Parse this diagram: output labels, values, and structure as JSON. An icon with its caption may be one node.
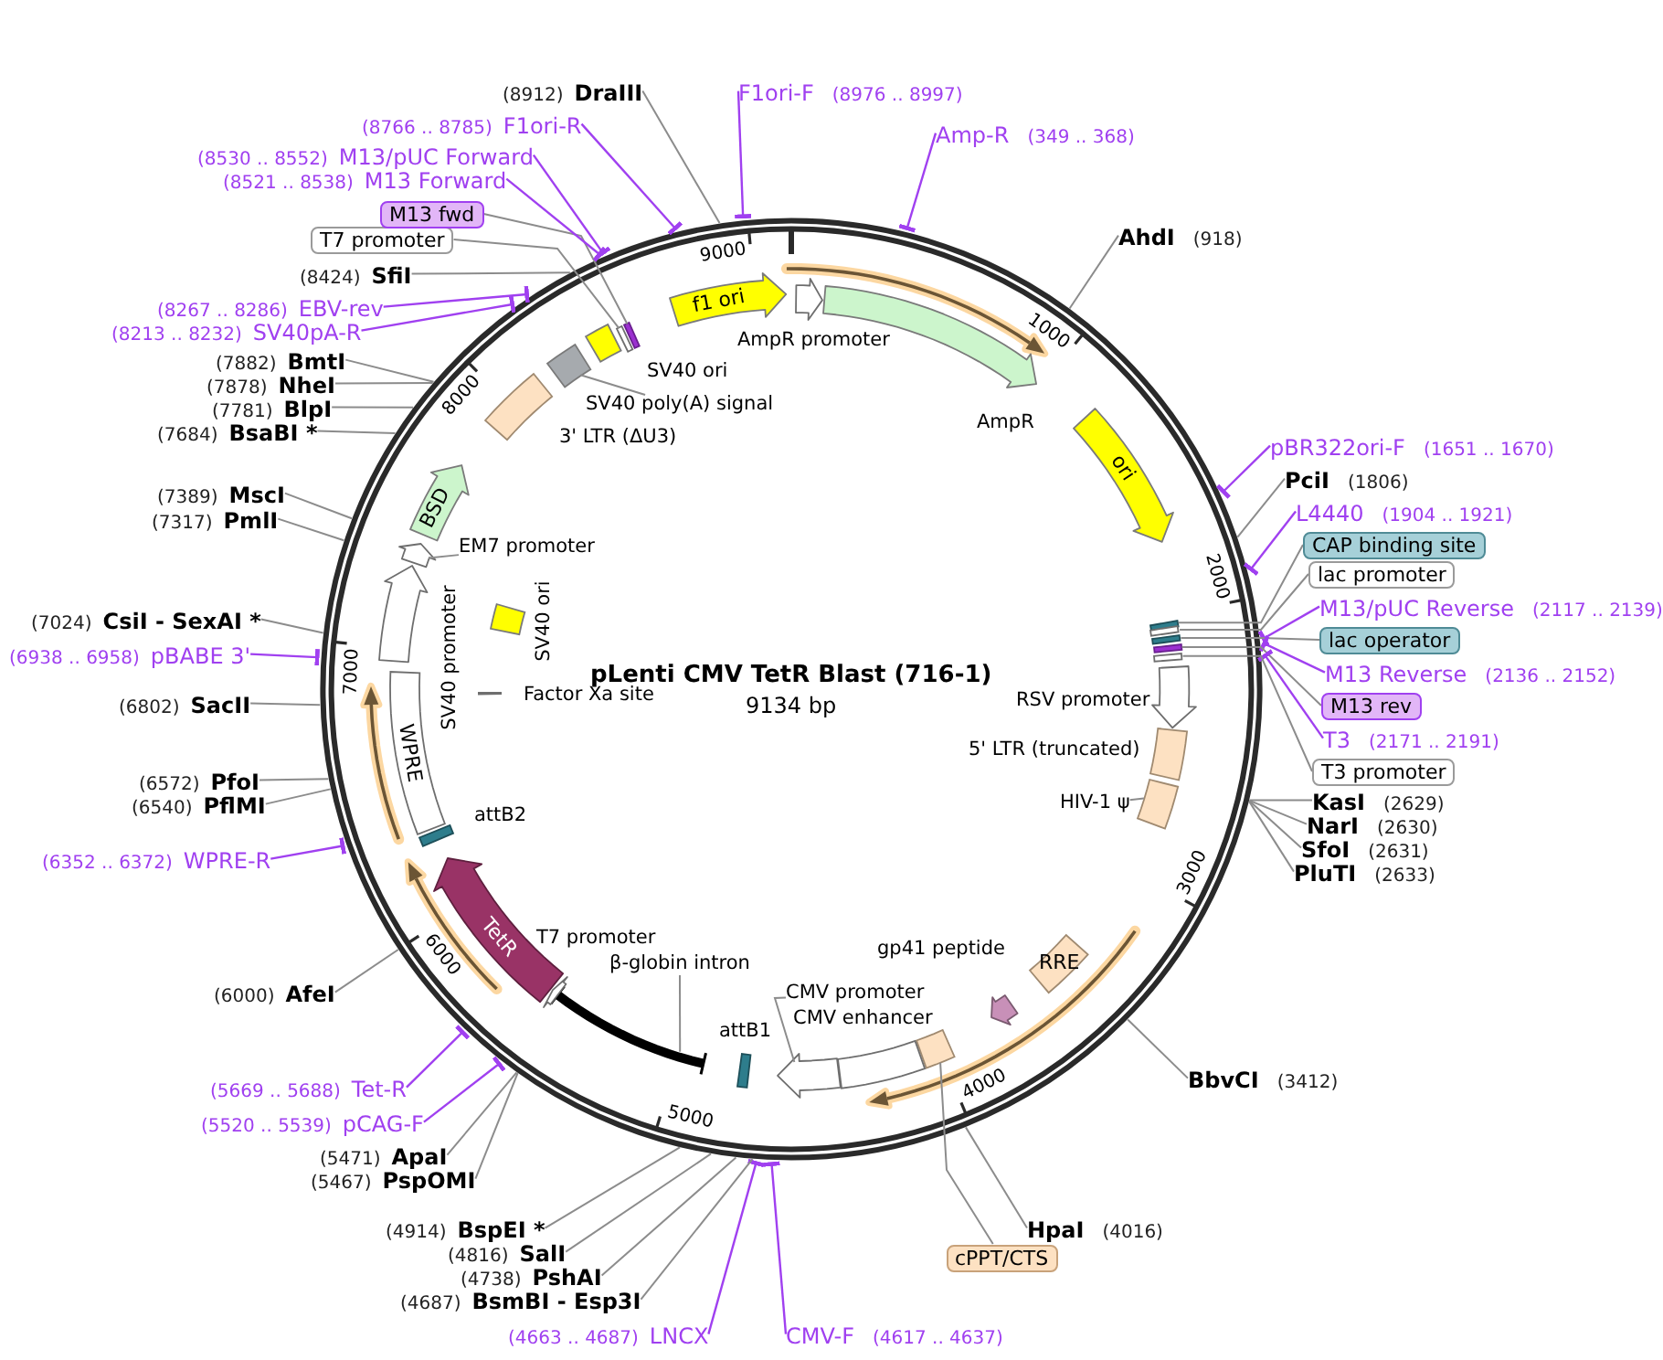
{
  "diagram": {
    "nodes": [
      {
        "text": [
          "pLenti CMV TetR Blast (716-1)",
          "9134 bp"
        ]
      },
      {
        "text": [
          "f1 ori"
        ],
        "in": 0
      },
      {
        "text": [
          "AmpR promoter"
        ],
        "in": 0
      },
      {
        "text": [
          "AmpR"
        ],
        "in": 0
      },
      {
        "text": [
          "ori"
        ],
        "in": 0
      },
      {
        "text": [],
        "shape": "box",
        "in": 0
      },
      {
        "text": [],
        "shape": "box",
        "in": 0
      },
      {
        "text": [],
        "shape": "box",
        "in": 0
      },
      {
        "text": [],
        "shape": "box",
        "in": 0
      },
      {
        "text": [],
        "shape": "box",
        "in": 0
      },
      {
        "text": [
          "RSV promoter"
        ],
        "in": 0
      },
      {
        "text": [
          "5' LTR (truncated)"
        ],
        "in": 0
      },
      {
        "text": [],
        "shape": "box",
        "in": 0
      },
      {
        "text": [
          "HIV-1 ψ"
        ],
        "in": 0
      },
      {
        "text": [
          "RRE"
        ],
        "in": 0
      },
      {
        "text": [
          "gp41 peptide"
        ],
        "in": 0
      },
      {
        "text": [],
        "shape": "box",
        "in": 0
      },
      {
        "text": [
          "CMV enhancer"
        ],
        "in": 0
      },
      {
        "text": [],
        "shape": "arrow",
        "in": 0
      },
      {
        "text": [
          "CMV promoter"
        ],
        "in": 0
      },
      {
        "text": [
          "attB1"
        ],
        "in": 0
      },
      {
        "text": [],
        "shape": "bar",
        "in": 0
      },
      {
        "text": [
          "β-globin intron"
        ],
        "in": 0
      },
      {
        "text": [
          "T7 promoter"
        ],
        "in": 0
      },
      {
        "text": [
          "TetR"
        ],
        "in": 0
      },
      {
        "text": [
          "attB2"
        ],
        "in": 0
      },
      {
        "text": [
          "WPRE"
        ],
        "in": 0
      },
      {
        "text": [
          "Factor Xa site"
        ],
        "in": 0
      },
      {
        "text": [
          "SV40 promoter"
        ],
        "in": 0
      },
      {
        "text": [
          "SV40 ori"
        ],
        "in": 0
      },
      {
        "text": [],
        "shape": "arrow",
        "in": 0
      },
      {
        "text": [
          "EM7 promoter"
        ],
        "in": 0
      },
      {
        "text": [
          "BSD"
        ],
        "in": 0
      },
      {
        "text": [
          "3' LTR (ΔU3)"
        ],
        "in": 0
      },
      {
        "text": [],
        "shape": "box",
        "in": 0
      },
      {
        "text": [
          "SV40 poly(A) signal"
        ],
        "in": 0
      },
      {
        "text": [
          "SV40 ori"
        ],
        "in": 0
      },
      {
        "text": [],
        "shape": "box",
        "in": 0
      },
      {
        "text": [],
        "shape": "box",
        "in": 0
      },
      {
        "text": [
          "Amp-R",
          "(349 .. 368)"
        ]
      },
      {
        "text": [
          "AhdI",
          "(918)"
        ]
      },
      {
        "text": [
          "pBR322ori-F",
          "(1651 .. 1670)"
        ]
      },
      {
        "text": [
          "PciI",
          "(1806)"
        ]
      },
      {
        "text": [
          "L4440",
          "(1904 .. 1921)"
        ]
      },
      {
        "text": [
          "CAP binding site"
        ]
      },
      {
        "text": [
          "lac promoter"
        ]
      },
      {
        "text": [
          "M13/pUC Reverse",
          "(2117 .. 2139)"
        ]
      },
      {
        "text": [
          "lac operator"
        ]
      },
      {
        "text": [
          "M13 Reverse",
          "(2136 .. 2152)"
        ]
      },
      {
        "text": [
          "M13 rev"
        ]
      },
      {
        "text": [
          "T3",
          "(2171 .. 2191)"
        ]
      },
      {
        "text": [
          "T3 promoter"
        ]
      },
      {
        "text": [
          "KasI",
          "(2629)"
        ]
      },
      {
        "text": [
          "NarI",
          "(2630)"
        ]
      },
      {
        "text": [
          "SfoI",
          "(2631)"
        ]
      },
      {
        "text": [
          "PluTI",
          "(2633)"
        ]
      },
      {
        "text": [
          "BbvCI",
          "(3412)"
        ]
      },
      {
        "text": [
          "HpaI",
          "(4016)"
        ]
      },
      {
        "text": [
          "cPPT/CTS"
        ]
      },
      {
        "text": [
          "CMV-F",
          "(4617 .. 4637)"
        ]
      },
      {
        "text": [
          "(4663 .. 4687)",
          "LNCX"
        ]
      },
      {
        "text": [
          "(4687)",
          "BsmBI - Esp3I"
        ]
      },
      {
        "text": [
          "(4738)",
          "PshAI"
        ]
      },
      {
        "text": [
          "(4816)",
          "SalI"
        ]
      },
      {
        "text": [
          "(4914)",
          "BspEI *"
        ]
      },
      {
        "text": [
          "(5467)",
          "PspOMI"
        ]
      },
      {
        "text": [
          "(5471)",
          "ApaI"
        ]
      },
      {
        "text": [
          "(5520 .. 5539)",
          "pCAG-F"
        ]
      },
      {
        "text": [
          "(5669 .. 5688)",
          "Tet-R"
        ]
      },
      {
        "text": [
          "(6000)",
          "AfeI"
        ]
      },
      {
        "text": [
          "(6352 .. 6372)",
          "WPRE-R"
        ]
      },
      {
        "text": [
          "(6540)",
          "PflMI"
        ]
      },
      {
        "text": [
          "(6572)",
          "PfoI"
        ]
      },
      {
        "text": [
          "(6802)",
          "SacII"
        ]
      },
      {
        "text": [
          "(6938 .. 6958)",
          "pBABE 3'"
        ]
      },
      {
        "text": [
          "(7024)",
          "CsiI - SexAI *"
        ]
      },
      {
        "text": [
          "(7317)",
          "PmlI"
        ]
      },
      {
        "text": [
          "(7389)",
          "MscI"
        ]
      },
      {
        "text": [
          "(7684)",
          "BsaBI *"
        ]
      },
      {
        "text": [
          "(7781)",
          "BlpI"
        ]
      },
      {
        "text": [
          "(7878)",
          "NheI"
        ]
      },
      {
        "text": [
          "(7882)",
          "BmtI"
        ]
      },
      {
        "text": [
          "(8213 .. 8232)",
          "SV40pA-R"
        ]
      },
      {
        "text": [
          "(8267 .. 8286)",
          "EBV-rev"
        ]
      },
      {
        "text": [
          "(8424)",
          "SfiI"
        ]
      },
      {
        "text": [
          "T7 promoter"
        ]
      },
      {
        "text": [
          "M13 fwd"
        ]
      },
      {
        "text": [
          "(8521 .. 8538)",
          "M13 Forward"
        ]
      },
      {
        "text": [
          "(8530 .. 8552)",
          "M13/pUC Forward"
        ]
      },
      {
        "text": [
          "(8766 .. 8785)",
          "F1ori-R"
        ]
      },
      {
        "text": [
          "(8912)",
          "DraIII"
        ]
      },
      {
        "text": [
          "F1ori-F",
          "(8976 .. 8997)"
        ]
      }
    ],
    "edges": [
      {
        "from": 13,
        "to": 12,
        "arrow": "none"
      },
      {
        "from": 19,
        "to": 18,
        "arrow": "none"
      },
      {
        "from": 22,
        "to": 21,
        "arrow": "none"
      },
      {
        "from": 31,
        "to": 30,
        "arrow": "none"
      },
      {
        "from": 35,
        "to": 34,
        "arrow": "none"
      },
      {
        "from": 39,
        "to": 0,
        "arrow": "other",
        "color": "#a040f0"
      },
      {
        "from": 40,
        "to": 0,
        "arrow": "none"
      },
      {
        "from": 41,
        "to": 0,
        "arrow": "other",
        "color": "#a040f0"
      },
      {
        "from": 42,
        "to": 0,
        "arrow": "none"
      },
      {
        "from": 43,
        "to": 0,
        "arrow": "other",
        "color": "#a040f0"
      },
      {
        "from": 44,
        "to": 5,
        "arrow": "none"
      },
      {
        "from": 45,
        "to": 6,
        "arrow": "none"
      },
      {
        "from": 46,
        "to": 0,
        "arrow": "other",
        "color": "#a040f0"
      },
      {
        "from": 47,
        "to": 7,
        "arrow": "none"
      },
      {
        "from": 48,
        "to": 0,
        "arrow": "other",
        "color": "#a040f0"
      },
      {
        "from": 49,
        "to": 8,
        "arrow": "none"
      },
      {
        "from": 50,
        "to": 0,
        "arrow": "other",
        "color": "#a040f0"
      },
      {
        "from": 51,
        "to": 9,
        "arrow": "none"
      },
      {
        "from": 52,
        "to": 0,
        "arrow": "none"
      },
      {
        "from": 53,
        "to": 0,
        "arrow": "none"
      },
      {
        "from": 54,
        "to": 0,
        "arrow": "none"
      },
      {
        "from": 55,
        "to": 0,
        "arrow": "none"
      },
      {
        "from": 56,
        "to": 0,
        "arrow": "none"
      },
      {
        "from": 57,
        "to": 0,
        "arrow": "none"
      },
      {
        "from": 58,
        "to": 16,
        "arrow": "none"
      },
      {
        "from": 59,
        "to": 0,
        "arrow": "other",
        "color": "#a040f0"
      },
      {
        "from": 60,
        "to": 0,
        "arrow": "other",
        "color": "#a040f0"
      },
      {
        "from": 61,
        "to": 0,
        "arrow": "none"
      },
      {
        "from": 62,
        "to": 0,
        "arrow": "none"
      },
      {
        "from": 63,
        "to": 0,
        "arrow": "none"
      },
      {
        "from": 64,
        "to": 0,
        "arrow": "none"
      },
      {
        "from": 65,
        "to": 0,
        "arrow": "none"
      },
      {
        "from": 66,
        "to": 0,
        "arrow": "none"
      },
      {
        "from": 67,
        "to": 0,
        "arrow": "other",
        "color": "#a040f0"
      },
      {
        "from": 68,
        "to": 0,
        "arrow": "other",
        "color": "#a040f0"
      },
      {
        "from": 69,
        "to": 0,
        "arrow": "none"
      },
      {
        "from": 70,
        "to": 0,
        "arrow": "other",
        "color": "#a040f0"
      },
      {
        "from": 71,
        "to": 0,
        "arrow": "none"
      },
      {
        "from": 72,
        "to": 0,
        "arrow": "none"
      },
      {
        "from": 73,
        "to": 0,
        "arrow": "none"
      },
      {
        "from": 74,
        "to": 0,
        "arrow": "other",
        "color": "#a040f0"
      },
      {
        "from": 75,
        "to": 0,
        "arrow": "none"
      },
      {
        "from": 76,
        "to": 0,
        "arrow": "none"
      },
      {
        "from": 77,
        "to": 0,
        "arrow": "none"
      },
      {
        "from": 78,
        "to": 0,
        "arrow": "none"
      },
      {
        "from": 79,
        "to": 0,
        "arrow": "none"
      },
      {
        "from": 80,
        "to": 0,
        "arrow": "none"
      },
      {
        "from": 81,
        "to": 0,
        "arrow": "none"
      },
      {
        "from": 82,
        "to": 0,
        "arrow": "other",
        "color": "#a040f0"
      },
      {
        "from": 83,
        "to": 0,
        "arrow": "other",
        "color": "#a040f0"
      },
      {
        "from": 84,
        "to": 0,
        "arrow": "none"
      },
      {
        "from": 85,
        "to": 37,
        "arrow": "none"
      },
      {
        "from": 86,
        "to": 38,
        "arrow": "none"
      },
      {
        "from": 87,
        "to": 0,
        "arrow": "other",
        "color": "#a040f0"
      },
      {
        "from": 88,
        "to": 0,
        "arrow": "other",
        "color": "#a040f0"
      },
      {
        "from": 89,
        "to": 0,
        "arrow": "other",
        "color": "#a040f0"
      },
      {
        "from": 90,
        "to": 0,
        "arrow": "none"
      },
      {
        "from": 91,
        "to": 0,
        "arrow": "other",
        "color": "#a040f0"
      }
    ],
    "labels": [
      "9000",
      "1000",
      "8000",
      "2000",
      "7000",
      "3000",
      "6000",
      "4000",
      "5000"
    ]
  }
}
